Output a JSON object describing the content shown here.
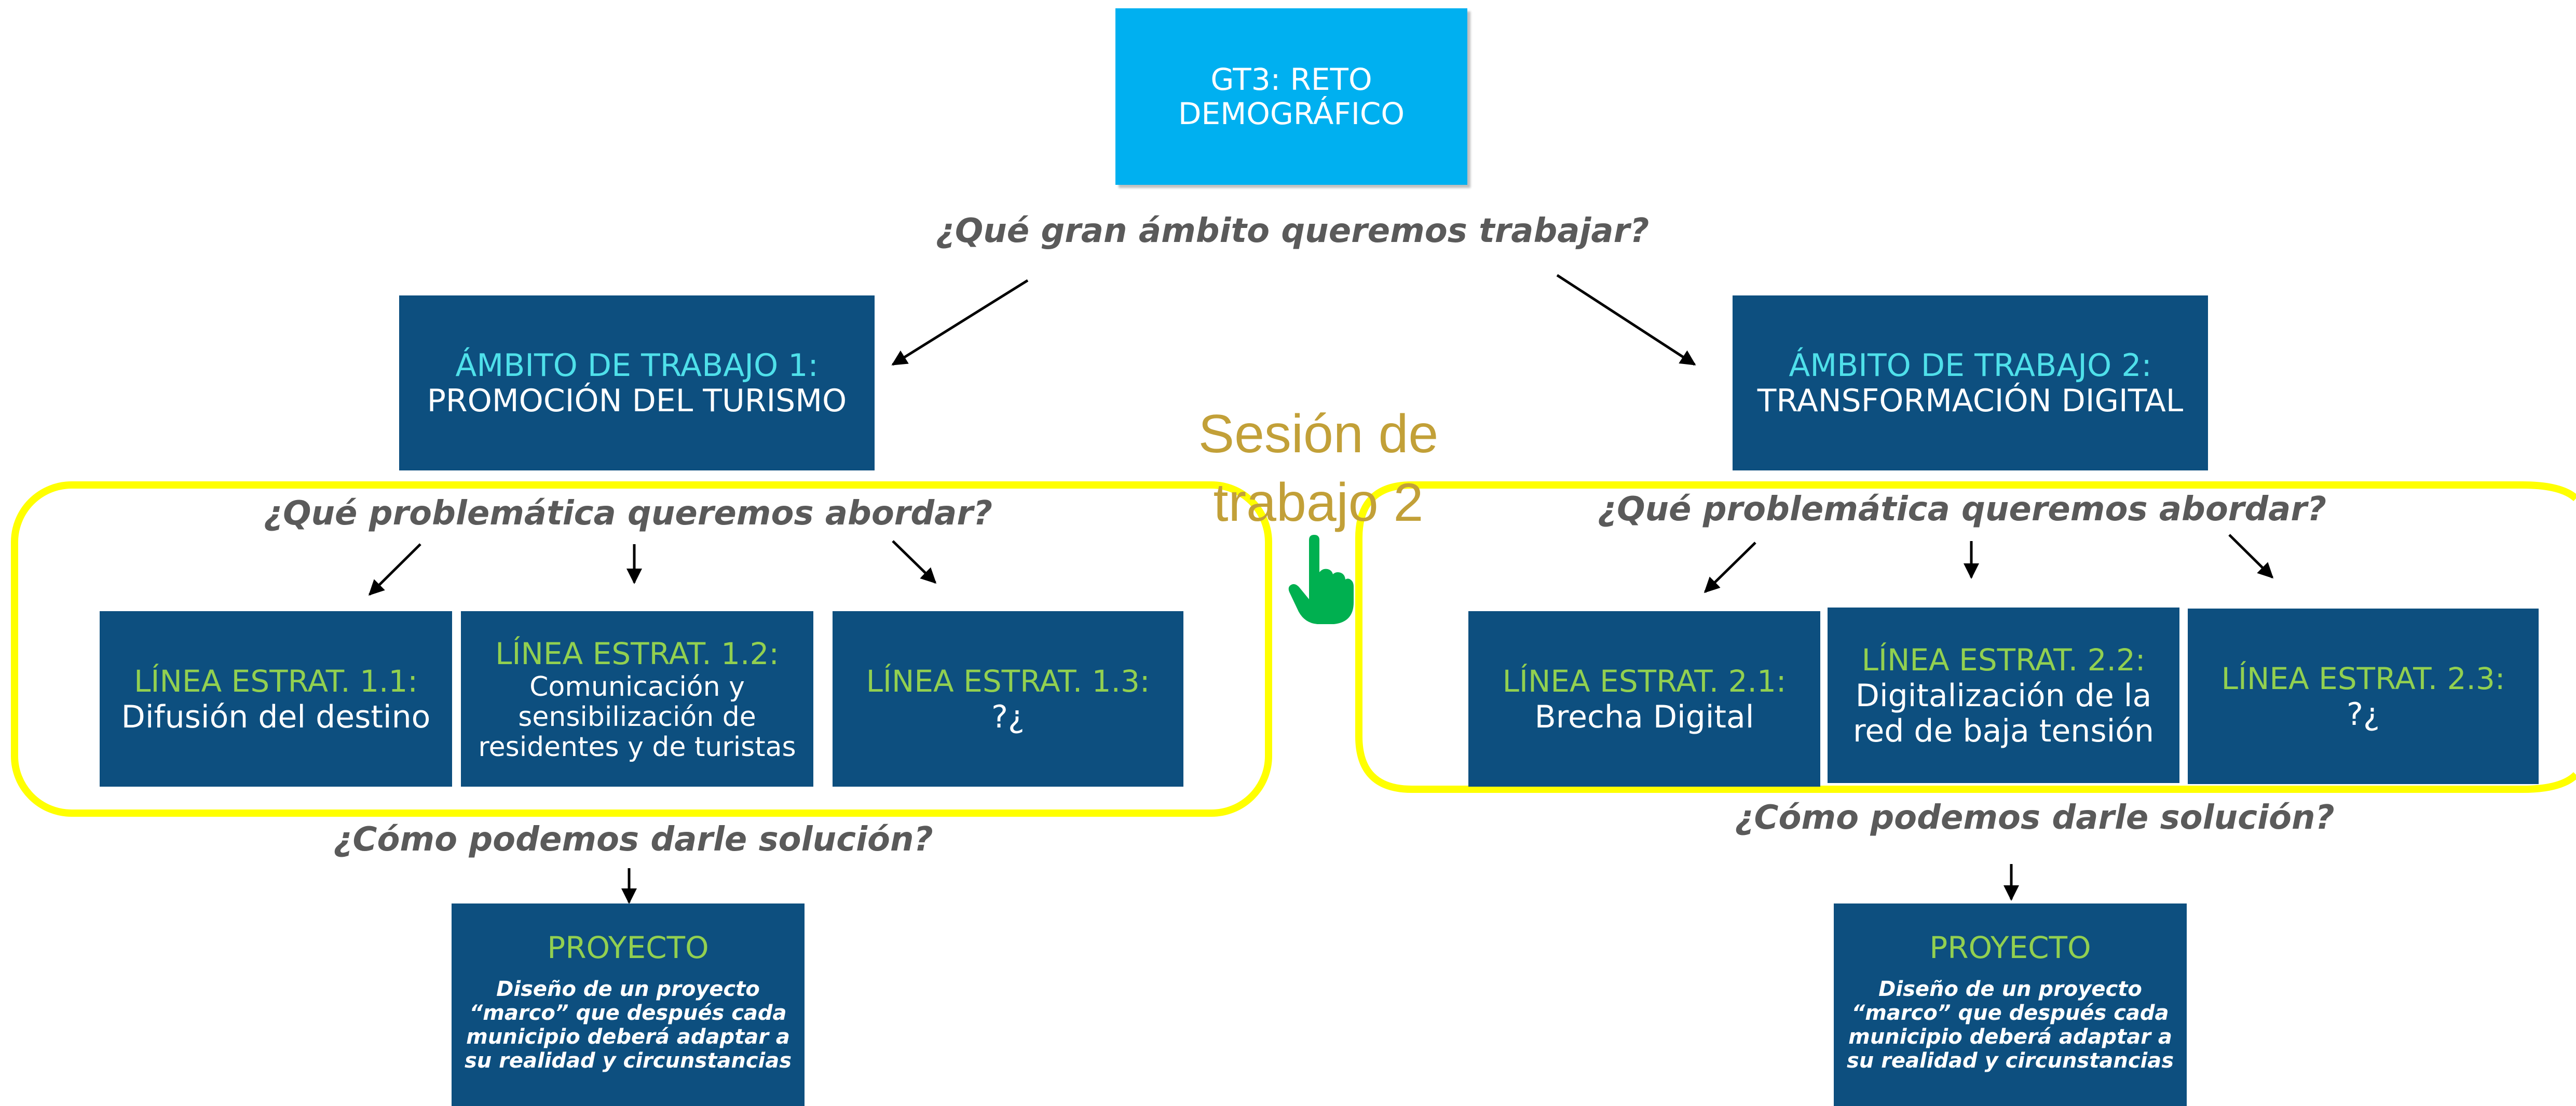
{
  "root": {
    "line1": "GT3: RETO",
    "line2": "DEMOGRÁFICO"
  },
  "questions": {
    "top": "¿Qué gran ámbito queremos trabajar?",
    "problem_left": "¿Qué problemática queremos abordar?",
    "problem_right": "¿Qué problemática queremos abordar?",
    "solution_left": "¿Cómo podemos darle solución?",
    "solution_right": "¿Cómo podemos darle solución?"
  },
  "ambitos": [
    {
      "title": "ÁMBITO DE TRABAJO 1:",
      "name": "PROMOCIÓN DEL TURISMO"
    },
    {
      "title": "ÁMBITO DE TRABAJO 2:",
      "name": "TRANSFORMACIÓN DIGITAL"
    }
  ],
  "lineas": [
    {
      "title": "LÍNEA ESTRAT. 1.1:",
      "desc": "Difusión del destino"
    },
    {
      "title": "LÍNEA ESTRAT. 1.2:",
      "desc": "Comunicación y sensibilización de residentes y de turistas"
    },
    {
      "title": "LÍNEA ESTRAT. 1.3:",
      "desc": "?¿"
    },
    {
      "title": "LÍNEA ESTRAT. 2.1:",
      "desc": "Brecha Digital"
    },
    {
      "title": "LÍNEA ESTRAT. 2.2:",
      "desc": "Digitalización de la red de baja tensión"
    },
    {
      "title": "LÍNEA ESTRAT. 2.3:",
      "desc": "?¿"
    }
  ],
  "proyectos": [
    {
      "title": "PROYECTO",
      "desc": "Diseño de un proyecto “marco” que después cada municipio deberá adaptar a su realidad y circunstancias"
    },
    {
      "title": "PROYECTO",
      "desc": "Diseño de un proyecto “marco” que después cada municipio deberá adaptar a su realidad y circunstancias"
    }
  ],
  "session_label": {
    "line1": "Sesión de",
    "line2": "trabajo 2"
  },
  "colors": {
    "root_box": "#00b0f0",
    "dark_box": "#0d4f7f",
    "ambito_title": "#4fe0ea",
    "linea_title": "#92d050",
    "highlight_outline": "#ffff00",
    "session_text": "#c2a038",
    "hand_icon": "#00b050",
    "question_text": "#5a5a5a"
  },
  "icons": {
    "pointer": "pointing-hand-icon"
  }
}
